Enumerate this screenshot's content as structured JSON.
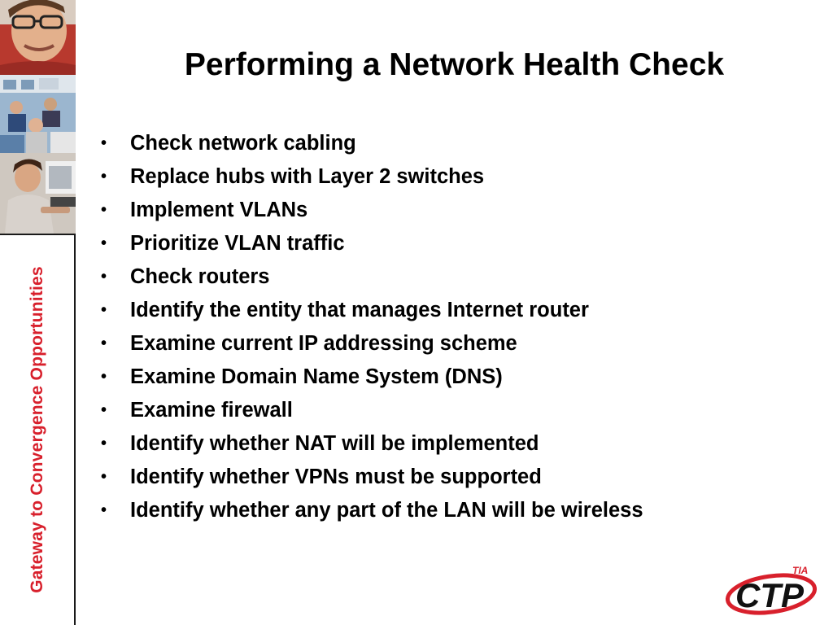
{
  "slide": {
    "title": "Performing a Network Health Check",
    "bullets": [
      "Check network cabling",
      "Replace hubs with Layer 2 switches",
      "Implement VLANs",
      "Prioritize VLAN traffic",
      "Check routers",
      "Identify the entity that manages Internet router",
      "Examine current IP addressing scheme",
      "Examine Domain Name System (DNS)",
      "Examine firewall",
      "Identify whether NAT will be implemented",
      "Identify whether VPNs must be supported",
      "Identify whether any part of the LAN will be wireless"
    ]
  },
  "sidebar": {
    "tagline": "Gateway to Convergence Opportunities",
    "photos": [
      "man-with-glasses-photo",
      "classroom-photo",
      "woman-at-computer-photo"
    ]
  },
  "logo": {
    "brand": "CTP",
    "superscript": "TIA"
  },
  "colors": {
    "accent_red": "#d8202c",
    "text": "#000000",
    "background": "#ffffff"
  }
}
